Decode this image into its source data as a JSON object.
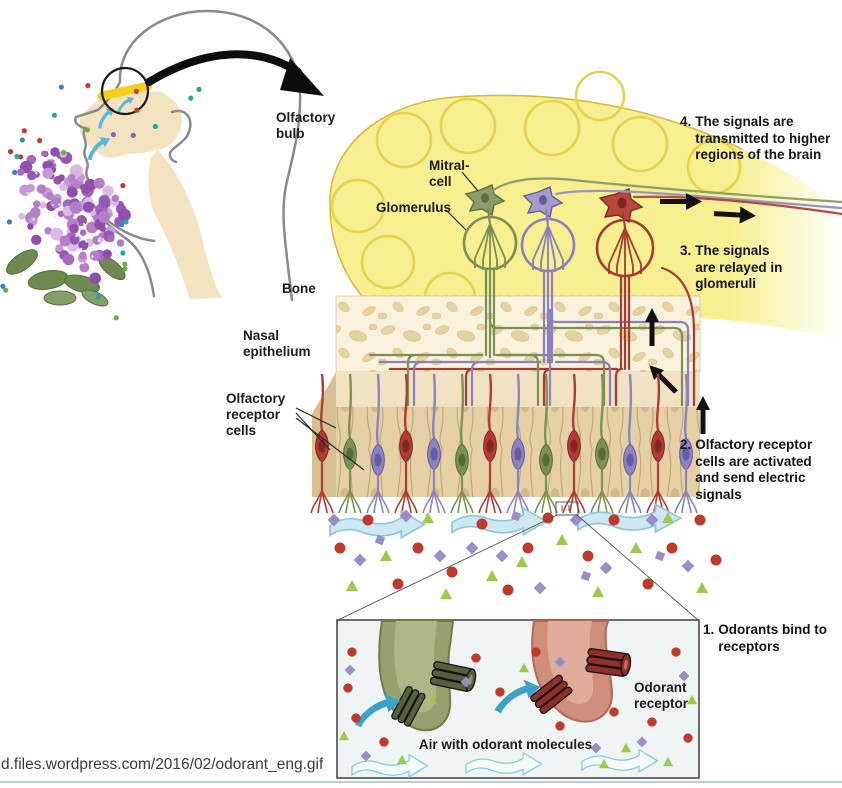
{
  "footer": {
    "url": "d.files.wordpress.com/2016/02/odorant_eng.gif"
  },
  "labels": {
    "olfactory_bulb": "Olfactory bulb",
    "mitral_cell": "Mitral-cell",
    "glomerulus": "Glomerulus",
    "bone": "Bone",
    "nasal_epithelium": "Nasal epithelium",
    "olfactory_receptor_cells": "Olfactory receptor cells",
    "odorant_receptor": "Odorant receptor",
    "air_molecules": "Air with odorant molecules"
  },
  "steps": [
    {
      "num": "1.",
      "text": "Odorants bind to receptors"
    },
    {
      "num": "2.",
      "text": "Olfactory receptor cells are activated and send electric signals"
    },
    {
      "num": "3.",
      "text": "The signals are relayed in glomeruli"
    },
    {
      "num": "4.",
      "text": "The signals are transmitted to higher regions of the brain"
    }
  ],
  "colors": {
    "bulb_yellow": "#f7ef90",
    "bulb_outline": "#d8bb3e",
    "glomeruli_circle": "#e7d44e",
    "bone_cream": "#f9f3dd",
    "bone_speckle": "#e6d3a4",
    "epithelium_tan": "#e6d0a6",
    "epithelium_top": "#f0e2c2",
    "cell_red": "#b23b33",
    "cell_green": "#7d9156",
    "cell_purple": "#8d83bf",
    "air_arrow_blue": "#cfe9f3",
    "inset_bg": "#eef5f4",
    "molecule_red": "#bf3a2b",
    "molecule_green": "#9ccb4c",
    "molecule_purple": "#998ec6",
    "skin_beige": "#f3e3c0",
    "strip_yellow": "#f6cf1e",
    "flower_purple": "#a968c0"
  }
}
